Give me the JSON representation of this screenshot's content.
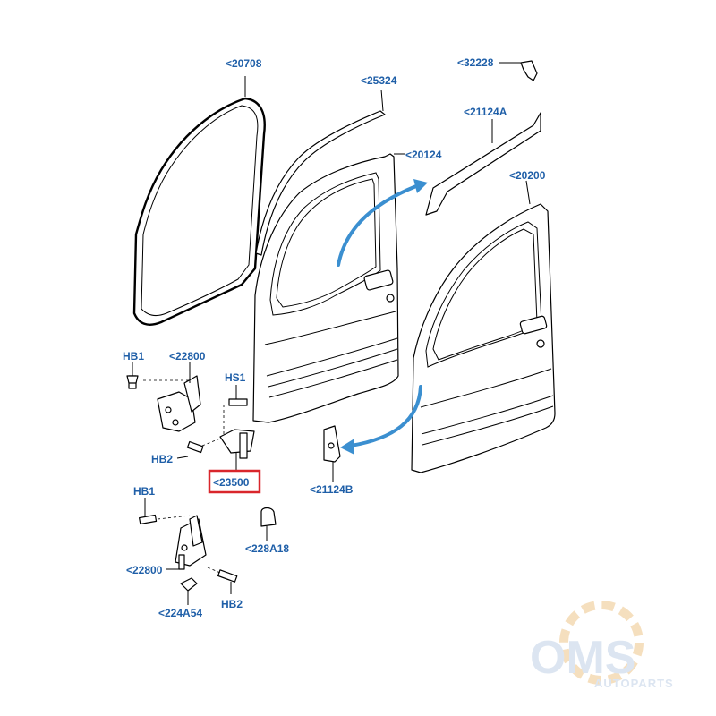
{
  "labels": {
    "l20708": "<20708",
    "l25324": "<25324",
    "l32228": "<32228",
    "l21124A": "<21124A",
    "l20124": "<20124",
    "l20200": "<20200",
    "hb1_top": "HB1",
    "l22800_top": "<22800",
    "hs1": "HS1",
    "hb2_top": "HB2",
    "l23500": "<23500",
    "l21124B": "<21124B",
    "hb1_bottom": "HB1",
    "l228A18": "<228A18",
    "l22800_bottom": "<22800",
    "l224A54": "<224A54",
    "hb2_bottom": "HB2"
  },
  "watermark": {
    "brand": "OMS",
    "sub": "AUTOPARTS"
  },
  "colors": {
    "label": "#1f5fa8",
    "highlight_box": "#d9262b",
    "arrow": "#3b8fd0",
    "watermark_text": "#d9e3f0",
    "watermark_gear": "#f5dcb8"
  }
}
